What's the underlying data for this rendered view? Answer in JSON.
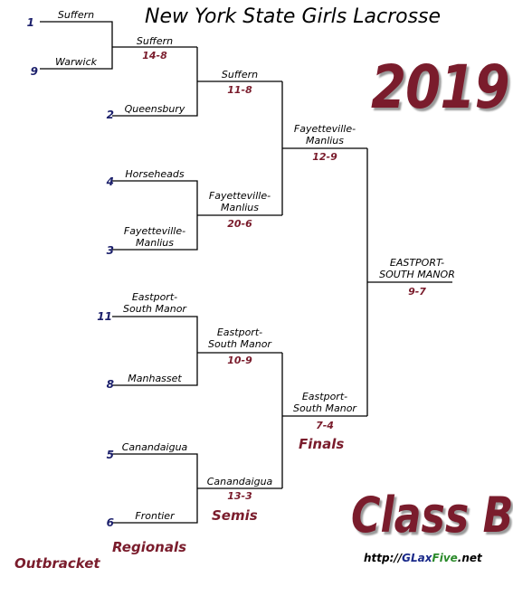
{
  "title": "New York State Girls Lacrosse",
  "year": "2019",
  "classification": "Class B",
  "url": {
    "prefix": "http://",
    "g": "GLax",
    "f": "Five",
    "suffix": ".net"
  },
  "rounds": {
    "outbracket": "Outbracket",
    "regionals": "Regionals",
    "semis": "Semis",
    "finals": "Finals"
  },
  "first_round": [
    {
      "seed": "1",
      "team": "Suffern"
    },
    {
      "seed": "9",
      "team": "Warwick"
    }
  ],
  "outbracket_result": {
    "winner": "Suffern",
    "score": "14-8"
  },
  "regionals": [
    {
      "seed": "2",
      "team": "Queensbury"
    },
    {
      "seed": "4",
      "team": "Horseheads"
    },
    {
      "seed": "3",
      "team": "Fayetteville-\nManlius"
    },
    {
      "seed": "11",
      "team": "Eastport-\nSouth Manor"
    },
    {
      "seed": "8",
      "team": "Manhasset"
    },
    {
      "seed": "5",
      "team": "Canandaigua"
    },
    {
      "seed": "6",
      "team": "Frontier"
    }
  ],
  "regional_results": [
    {
      "winner": "Suffern",
      "score": "11-8"
    },
    {
      "winner": "Fayetteville-\nManlius",
      "score": "20-6"
    },
    {
      "winner": "Eastport-\nSouth Manor",
      "score": "10-9"
    },
    {
      "winner": "Canandaigua",
      "score": "13-3"
    }
  ],
  "semi_results": [
    {
      "winner": "Fayetteville-\nManlius",
      "score": "12-9"
    },
    {
      "winner": "Eastport-\nSouth Manor",
      "score": "7-4"
    }
  ],
  "final_result": {
    "winner": "EASTPORT-\nSOUTH MANOR",
    "score": "9-7"
  }
}
